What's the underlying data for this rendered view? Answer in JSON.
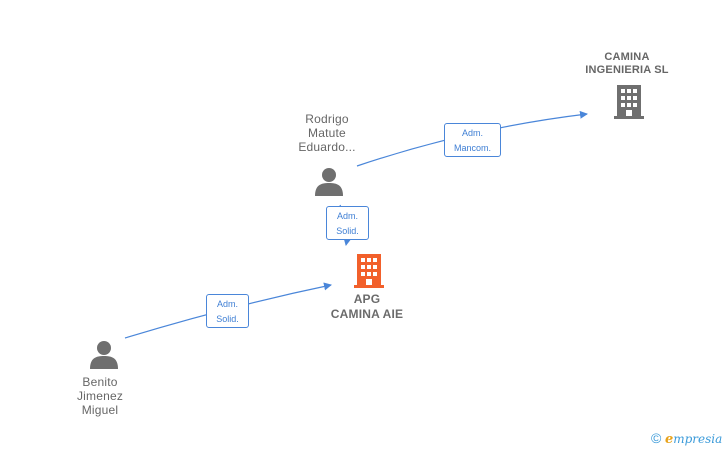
{
  "nodes": {
    "camina_ingenieria": {
      "line1": "CAMINA",
      "line2": "INGENIERIA SL"
    },
    "rodrigo": {
      "line1": "Rodrigo",
      "line2": "Matute",
      "line3": "Eduardo..."
    },
    "apg": {
      "line1": "APG",
      "line2": "CAMINA AIE"
    },
    "benito": {
      "line1": "Benito",
      "line2": "Jimenez",
      "line3": "Miguel"
    }
  },
  "edges": {
    "rodrigo_camina": {
      "line1": "Adm.",
      "line2": "Mancom."
    },
    "rodrigo_apg": {
      "line1": "Adm.",
      "line2": "Solid."
    },
    "benito_apg": {
      "line1": "Adm.",
      "line2": "Solid."
    }
  },
  "colors": {
    "edge": "#4a86d9",
    "person_icon": "#6f6f6f",
    "company_icon": "#6f6f6f",
    "main_company_icon": "#f2602b"
  },
  "brand": {
    "copyright": "©",
    "e": "e",
    "name": "mpresia"
  }
}
